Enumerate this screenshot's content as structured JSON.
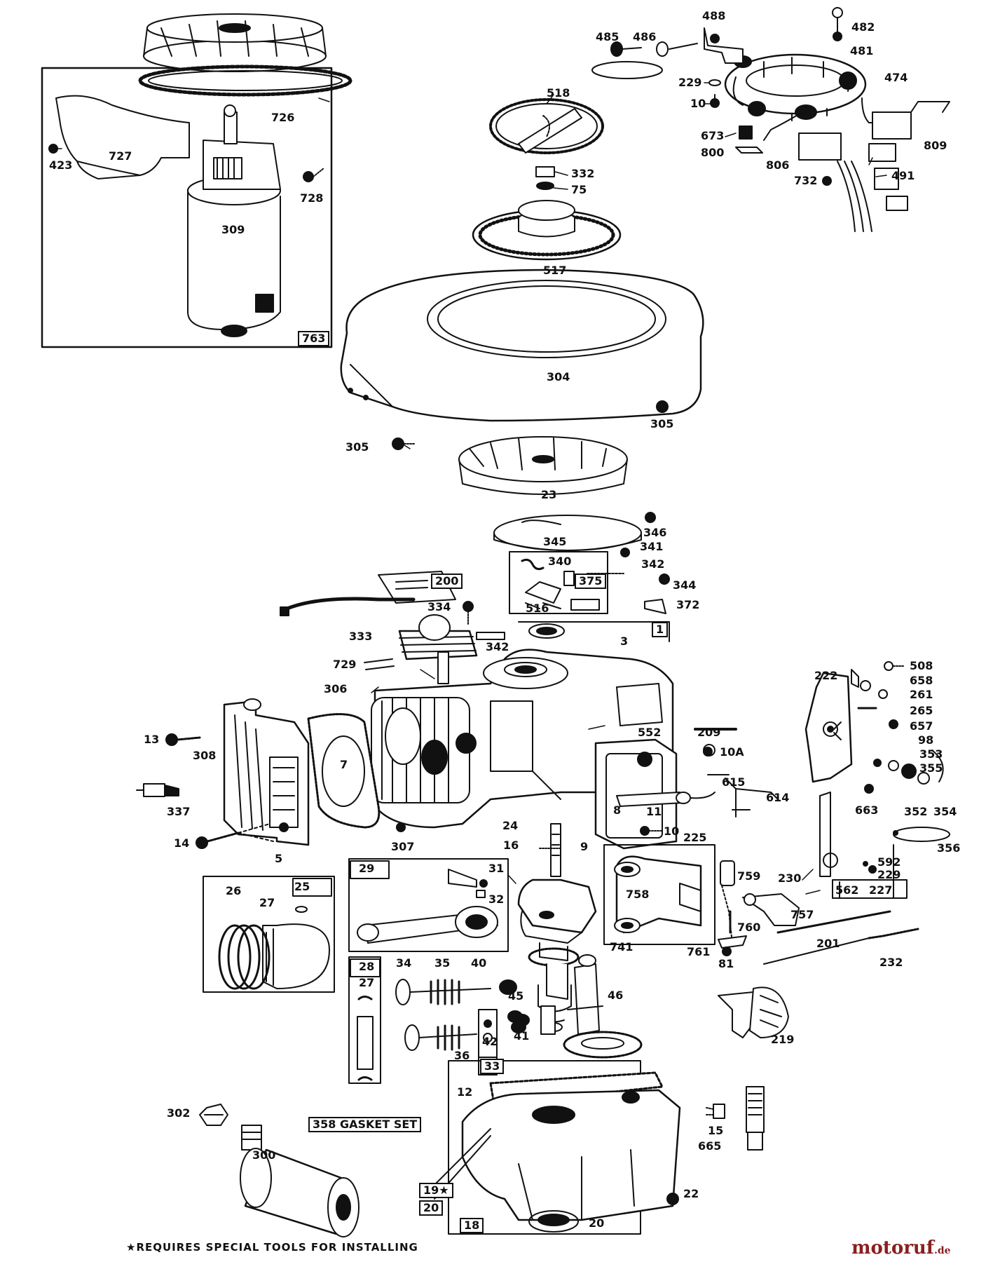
{
  "callouts": {
    "c726": "726",
    "c727": "727",
    "c423": "423",
    "c728": "728",
    "c309": "309",
    "c763": "763",
    "c518": "518",
    "c332": "332",
    "c75": "75",
    "c517": "517",
    "c488": "488",
    "c485": "485",
    "c486": "486",
    "c482": "482",
    "c481": "481",
    "c229a": "229",
    "c474": "474",
    "c10a": "10",
    "c673": "673",
    "c800": "800",
    "c809": "809",
    "c806": "806",
    "c732": "732",
    "c491": "491",
    "c304": "304",
    "c305a": "305",
    "c305b": "305",
    "c23": "23",
    "c345": "345",
    "c346": "346",
    "c341": "341",
    "c340": "340",
    "c342a": "342",
    "c375": "375",
    "c344": "344",
    "c516": "516",
    "c372": "372",
    "c200": "200",
    "c334": "334",
    "c333": "333",
    "c342b": "342",
    "c1": "1",
    "c3": "3",
    "c729": "729",
    "c306": "306",
    "c13": "13",
    "c308": "308",
    "c7": "7",
    "c337": "337",
    "c14": "14",
    "c5": "5",
    "c307": "307",
    "c552": "552",
    "c209": "209",
    "c10A": "10A",
    "c615": "615",
    "c614": "614",
    "c8": "8",
    "c11": "11",
    "c10b": "10",
    "c225": "225",
    "c24": "24",
    "c16": "16",
    "c9": "9",
    "c222": "222",
    "c508": "508",
    "c658": "658",
    "c261": "261",
    "c265": "265",
    "c657": "657",
    "c98": "98",
    "c353": "353",
    "c355": "355",
    "c663": "663",
    "c352": "352",
    "c354": "354",
    "c356": "356",
    "c230": "230",
    "c592": "592",
    "c229b": "229",
    "c562": "562",
    "c227": "227",
    "c25": "25",
    "c26": "26",
    "c27a": "27",
    "c29": "29",
    "c31": "31",
    "c32": "32",
    "c758": "758",
    "c759": "759",
    "c757": "757",
    "c760": "760",
    "c761": "761",
    "c81": "81",
    "c741": "741",
    "c201": "201",
    "c232": "232",
    "c28": "28",
    "c27b": "27",
    "c34": "34",
    "c35": "35",
    "c40": "40",
    "c45": "45",
    "c46": "46",
    "c41": "41",
    "c42": "42",
    "c36": "36",
    "c33": "33",
    "c219": "219",
    "c302": "302",
    "c300": "300",
    "c12": "12",
    "c358": "358 GASKET SET",
    "c15": "15",
    "c665": "665",
    "c19": "19★",
    "c20a": "20",
    "c22": "22",
    "c18": "18",
    "c20b": "20"
  },
  "footnote": "★REQUIRES SPECIAL TOOLS FOR INSTALLING",
  "watermark": {
    "name": "motoruf",
    "suffix": ".de"
  }
}
